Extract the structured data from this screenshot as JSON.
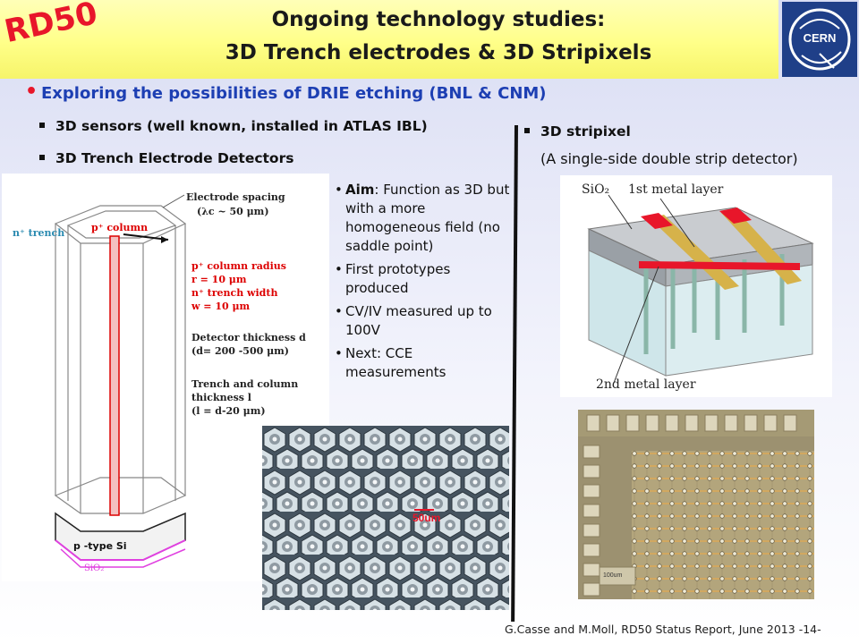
{
  "title": {
    "line1": "Ongoing technology studies:",
    "line2": "3D Trench electrodes & 3D Stripixels"
  },
  "rd50_logo": "RD50",
  "cern_logo": "CERN",
  "main_bullet": "Exploring the possibilities of DRIE etching (BNL & CNM)",
  "sub_bullets": {
    "sensors": "3D sensors (well known, installed in ATLAS IBL)",
    "trench": "3D Trench Electrode Detectors",
    "stripixel": "3D stripixel",
    "stripixel_desc": "(A single-side double strip detector)"
  },
  "aim_list": {
    "aim_label": "Aim",
    "aim_text": ": Function as 3D but with a more homogeneous field (no saddle point)",
    "item2": "First prototypes produced",
    "item3": "CV/IV measured up to 100V",
    "item4": "Next: CCE measurements"
  },
  "trench_diagram": {
    "electrode_spacing": "Electrode spacing",
    "lambda": "(λc ~ 50 μm)",
    "n_trench": "n⁺ trench",
    "p_column": "p⁺ column",
    "col_radius": "p⁺ column radius",
    "r": "r = 10 μm",
    "trench_width": "n⁺ trench width",
    "w": "w = 10 μm",
    "det_thick": "Detector thickness d",
    "d": "(d= 200 -500 μm)",
    "trench_col": "Trench and column",
    "thick_l": "thickness l",
    "l": "(l = d-20 μm)",
    "ptype": "p -type Si",
    "sio2": "SiO₂"
  },
  "micro_scale": "50um",
  "stripixel_diagram": {
    "sio2": "SiO₂",
    "metal1": "1st metal layer",
    "metal2": "2nd metal layer"
  },
  "chip_scale": "100um",
  "footer": {
    "credit": "G.Casse and M.Moll, RD50 Status Report, June 2013",
    "page": "-14-"
  }
}
